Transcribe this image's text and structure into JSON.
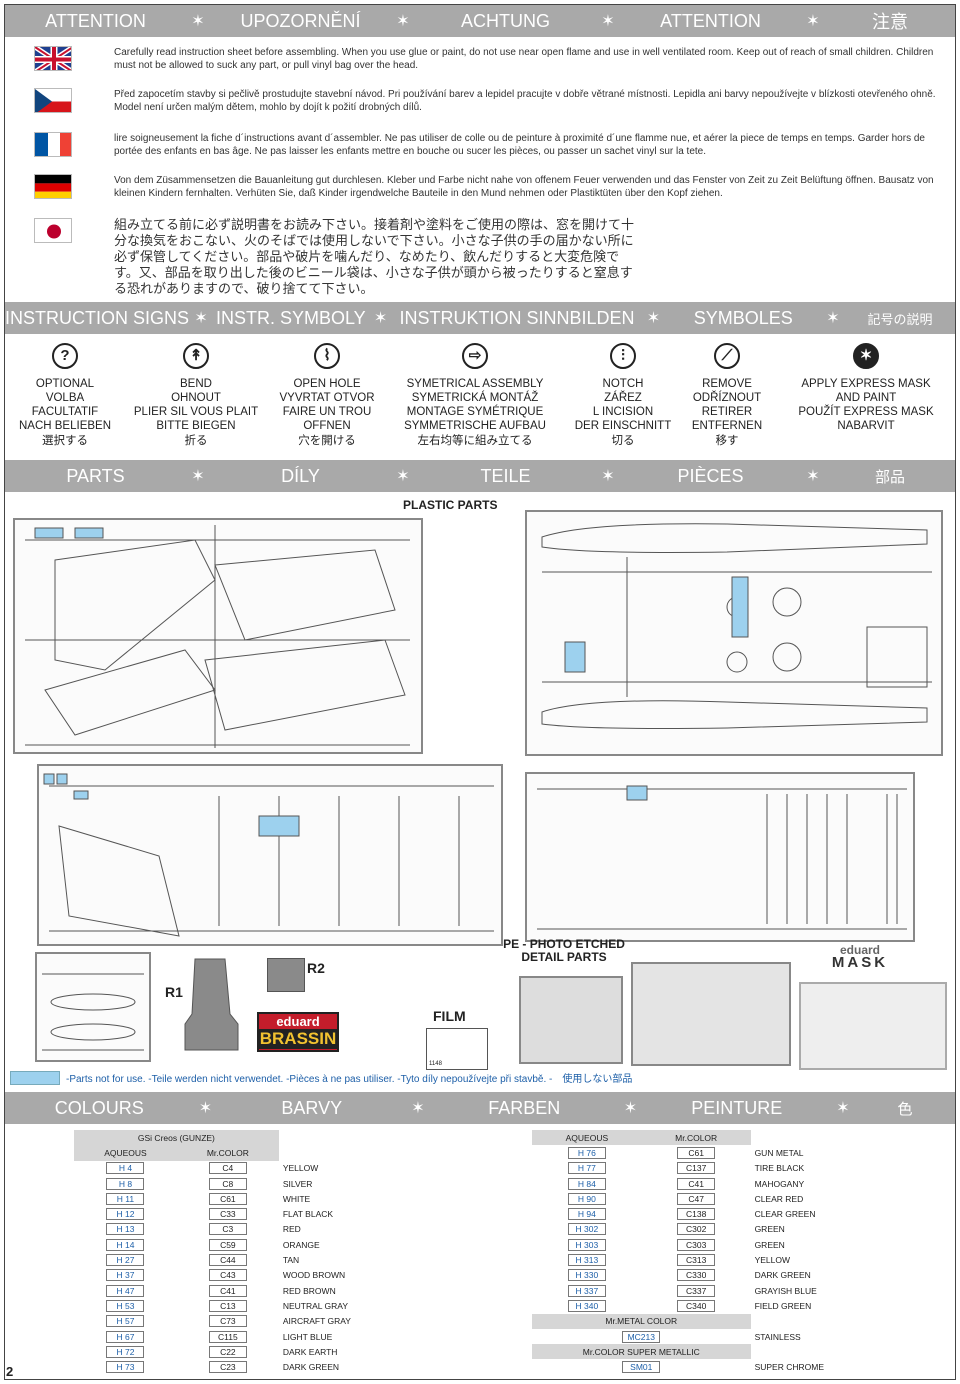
{
  "attention_band": [
    "ATTENTION",
    "UPOZORNĚNÍ",
    "ACHTUNG",
    "ATTENTION",
    "注意"
  ],
  "attention": [
    {
      "lang": "uk-flag-icon",
      "text": "Carefully read instruction sheet before assembling. When you use glue or paint, do not use near open flame and use in well ventilated room. Keep out of reach of small children. Children must not be allowed to suck any part, or pull vinyl bag over the head."
    },
    {
      "lang": "czech-flag-icon",
      "text": "Před zapocetím stavby si pečlivě prostudujte stavební návod. Pri používání barev a lepidel pracujte v dobře větrané místnosti. Lepidla ani barvy nepoužívejte v blízkosti otevřeného ohně. Model není určen malým dětem, mohlo by dojít k požití drobných dílů."
    },
    {
      "lang": "france-flag-icon",
      "text": "lire soigneusement la fiche d´instructions avant d´assembler. Ne pas utiliser de colle ou de peinture à proximité d´une flamme nue, et aérer la piece de temps en temps. Garder hors de portée des enfants en bas âge. Ne pas laisser les enfants mettre en bouche ou sucer les pièces, ou passer un sachet vinyl sur la tete."
    },
    {
      "lang": "germany-flag-icon",
      "text": "Von dem Züsammensetzen die Bauanleitung gut durchlesen. Kleber und Farbe nicht nahe von offenem Feuer verwenden und das Fenster von Zeit zu Zeit Belüftung öffnen. Bausatz von kleinen Kindern fernhalten. Verhüten Sie, daß Kinder irgendwelche Bauteile in den Mund nehmen oder Plastiktüten über den Kopf ziehen."
    },
    {
      "lang": "japan-flag-icon",
      "text": "組み立てる前に必ず説明書をお読み下さい。接着剤や塗料をご使用の際は、窓を開けて十分な換気をおこない、火のそばでは使用しないで下さい。小さな子供の手の届かない所に必ず保管してください。部品や破片を噛んだり、なめたり、飲んだりすると大変危険です。又、部品を取り出した後のビニール袋は、小さな子供が頭から被ったりすると窒息する恐れがありますので、破り捨てて下さい。"
    }
  ],
  "signs_band": [
    "INSTRUCTION SIGNS",
    "INSTR. SYMBOLY",
    "INSTRUKTION SINNBILDEN",
    "SYMBOLES",
    "記号の説明"
  ],
  "signs": [
    {
      "icon": "question-icon",
      "glyph": "?",
      "lines": [
        "OPTIONAL",
        "VOLBA",
        "FACULTATIF",
        "NACH BELIEBEN"
      ],
      "jp": "選択する"
    },
    {
      "icon": "bend-icon",
      "glyph": "↟",
      "lines": [
        "BEND",
        "OHNOUT",
        "PLIER SIL VOUS PLAIT",
        "BITTE BIEGEN"
      ],
      "jp": "折る"
    },
    {
      "icon": "drill-icon",
      "glyph": "⌇",
      "lines": [
        "OPEN HOLE",
        "VYVRTAT OTVOR",
        "FAIRE UN TROU",
        "OFFNEN"
      ],
      "jp": "穴を開ける"
    },
    {
      "icon": "symmetric-icon",
      "glyph": "⇨",
      "lines": [
        "SYMETRICAL ASSEMBLY",
        "SYMETRICKÁ MONTÁŽ",
        "MONTAGE SYMÉTRIQUE",
        "SYMMETRISCHE AUFBAU"
      ],
      "jp": "左右均等に組み立てる"
    },
    {
      "icon": "notch-icon",
      "glyph": "⫶",
      "lines": [
        "NOTCH",
        "ZÁŘEZ",
        "L INCISION",
        "DER EINSCHNITT"
      ],
      "jp": "切る"
    },
    {
      "icon": "knife-icon",
      "glyph": "⟋",
      "lines": [
        "REMOVE",
        "ODŘÍZNOUT",
        "RETIRER",
        "ENTFERNEN"
      ],
      "jp": "移す"
    },
    {
      "icon": "mask-star-icon",
      "glyph": "✶",
      "lines": [
        "APPLY EXPRESS MASK",
        "AND PAINT",
        "POUŽÍT EXPRESS MASK",
        "NABARVIT"
      ],
      "jp": ""
    }
  ],
  "parts_band": [
    "PARTS",
    "DÍLY",
    "TEILE",
    "PIÈCES",
    "部品"
  ],
  "parts": {
    "plastic": "PLASTIC PARTS",
    "pe": "PE - PHOTO ETCHED",
    "pe2": "DETAIL PARTS",
    "r1": "R1",
    "r2": "R2",
    "film": "FILM",
    "brassin_top": "eduard",
    "brassin_bottom": "BRASSIN",
    "mask_top": "eduard",
    "mask_bottom": "MASK",
    "film_code": "1148",
    "legend": "-Parts not for use. -Teile werden nicht verwendet. -Pièces à ne pas utiliser. -Tyto díly nepoužívejte při stavbě. -　使用しない部品",
    "legend_color": "#9dd1ee"
  },
  "colours_band": [
    "COLOURS",
    "BARVY",
    "FARBEN",
    "PEINTURE",
    "色"
  ],
  "colours_left": {
    "brand": "GSi Creos (GUNZE)",
    "aq": "AQUEOUS",
    "mr": "Mr.COLOR",
    "rows": [
      [
        "H 4",
        "C4",
        "YELLOW"
      ],
      [
        "H 8",
        "C8",
        "SILVER"
      ],
      [
        "H 11",
        "C61",
        "WHITE"
      ],
      [
        "H 12",
        "C33",
        "FLAT BLACK"
      ],
      [
        "H 13",
        "C3",
        "RED"
      ],
      [
        "H 14",
        "C59",
        "ORANGE"
      ],
      [
        "H 27",
        "C44",
        "TAN"
      ],
      [
        "H 37",
        "C43",
        "WOOD BROWN"
      ],
      [
        "H 47",
        "C41",
        "RED BROWN"
      ],
      [
        "H 53",
        "C13",
        "NEUTRAL GRAY"
      ],
      [
        "H 57",
        "C73",
        "AIRCRAFT GRAY"
      ],
      [
        "H 67",
        "C115",
        "LIGHT BLUE"
      ],
      [
        "H 72",
        "C22",
        "DARK EARTH"
      ],
      [
        "H 73",
        "C23",
        "DARK GREEN"
      ]
    ]
  },
  "colours_right": {
    "aq": "AQUEOUS",
    "mr": "Mr.COLOR",
    "rows": [
      [
        "H 76",
        "C61",
        "GUN METAL"
      ],
      [
        "H 77",
        "C137",
        "TIRE BLACK"
      ],
      [
        "H 84",
        "C41",
        "MAHOGANY"
      ],
      [
        "H 90",
        "C47",
        "CLEAR RED"
      ],
      [
        "H 94",
        "C138",
        "CLEAR GREEN"
      ],
      [
        "H 302",
        "C302",
        "GREEN"
      ],
      [
        "H 303",
        "C303",
        "GREEN"
      ],
      [
        "H 313",
        "C313",
        "YELLOW"
      ],
      [
        "H 330",
        "C330",
        "DARK GREEN"
      ],
      [
        "H 337",
        "C337",
        "GRAYISH BLUE"
      ],
      [
        "H 340",
        "C340",
        "FIELD GREEN"
      ]
    ],
    "metal_hd": "Mr.METAL COLOR",
    "metal": [
      "MC213",
      "STAINLESS"
    ],
    "super_hd": "Mr.COLOR SUPER METALLIC",
    "super": [
      "SM01",
      "SUPER CHROME"
    ]
  },
  "page_number": "2"
}
